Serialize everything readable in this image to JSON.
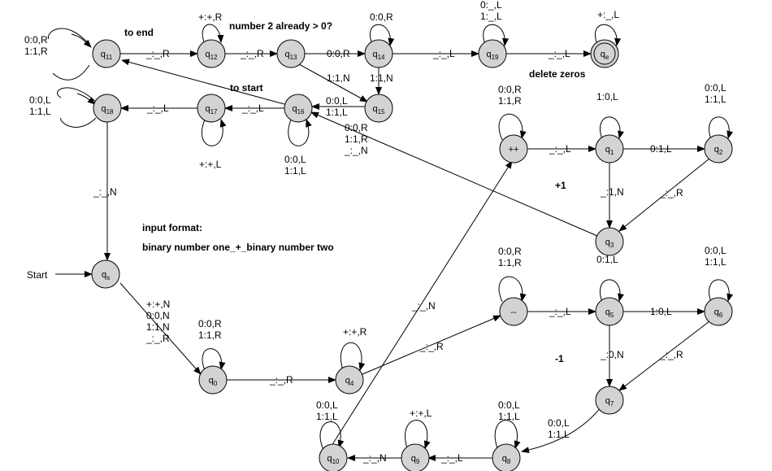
{
  "states": [
    {
      "id": "q11",
      "name": "q",
      "sub": "11"
    },
    {
      "id": "q12",
      "name": "q",
      "sub": "12"
    },
    {
      "id": "q13",
      "name": "q",
      "sub": "13"
    },
    {
      "id": "q14",
      "name": "q",
      "sub": "14"
    },
    {
      "id": "q19",
      "name": "q",
      "sub": "19"
    },
    {
      "id": "qe",
      "name": "q",
      "sub": "e",
      "final": true
    },
    {
      "id": "q18",
      "name": "q",
      "sub": "18"
    },
    {
      "id": "q17",
      "name": "q",
      "sub": "17"
    },
    {
      "id": "q16",
      "name": "q",
      "sub": "16"
    },
    {
      "id": "q15",
      "name": "q",
      "sub": "15"
    },
    {
      "id": "plusplus",
      "name": "++",
      "sub": ""
    },
    {
      "id": "q1",
      "name": "q",
      "sub": "1"
    },
    {
      "id": "q2",
      "name": "q",
      "sub": "2"
    },
    {
      "id": "q3",
      "name": "q",
      "sub": "3"
    },
    {
      "id": "qs",
      "name": "q",
      "sub": "s"
    },
    {
      "id": "minusminus",
      "name": "--",
      "sub": ""
    },
    {
      "id": "q5",
      "name": "q",
      "sub": "5"
    },
    {
      "id": "q6",
      "name": "q",
      "sub": "6"
    },
    {
      "id": "q0",
      "name": "q",
      "sub": "0"
    },
    {
      "id": "q4",
      "name": "q",
      "sub": "4"
    },
    {
      "id": "q7",
      "name": "q",
      "sub": "7"
    },
    {
      "id": "q10",
      "name": "q",
      "sub": "10"
    },
    {
      "id": "q9",
      "name": "q",
      "sub": "9"
    },
    {
      "id": "q8",
      "name": "q",
      "sub": "8"
    }
  ],
  "labels": [
    {
      "id": "l-q11-loop",
      "lines": [
        "0:0,R",
        "1:1,R"
      ]
    },
    {
      "id": "l-q11-q12",
      "lines": [
        "_:_,R"
      ]
    },
    {
      "id": "l-q12-loop",
      "lines": [
        "+:+,R"
      ]
    },
    {
      "id": "l-q12-q13",
      "lines": [
        "_:_,R"
      ]
    },
    {
      "id": "l-q13-q14",
      "lines": [
        "0:0,R"
      ]
    },
    {
      "id": "l-q14-loop",
      "lines": [
        "0:0,R"
      ]
    },
    {
      "id": "l-q14-q19",
      "lines": [
        "_:_,L"
      ]
    },
    {
      "id": "l-q19-loop",
      "lines": [
        "0:_,L",
        "1:_,L"
      ]
    },
    {
      "id": "l-q19-qe",
      "lines": [
        "_:_,L"
      ]
    },
    {
      "id": "l-qe-loop",
      "lines": [
        "+:_,L"
      ]
    },
    {
      "id": "l-q13-q15",
      "lines": [
        "1:1,N"
      ]
    },
    {
      "id": "l-q14-q15",
      "lines": [
        "1:1,N"
      ]
    },
    {
      "id": "l-q18-loop",
      "lines": [
        "0:0,L",
        "1:1,L"
      ]
    },
    {
      "id": "l-q17-q18",
      "lines": [
        "_:_,L"
      ]
    },
    {
      "id": "l-q17-loop",
      "lines": [
        "+:+,L"
      ]
    },
    {
      "id": "l-q16-q17",
      "lines": [
        "_:_,L"
      ]
    },
    {
      "id": "l-q15-q16",
      "lines": [
        "0:0,L",
        "1:1,L"
      ]
    },
    {
      "id": "l-q16-loop",
      "lines": [
        "0:0,L",
        "1:1,L"
      ]
    },
    {
      "id": "l-q3-q16",
      "lines": [
        "0:0,R",
        "1:1,R",
        "_:_,N"
      ]
    },
    {
      "id": "l-q18-qs",
      "lines": [
        "_:_,N"
      ]
    },
    {
      "id": "l-pp-loop",
      "lines": [
        "0:0,R",
        "1:1,R"
      ]
    },
    {
      "id": "l-pp-q1",
      "lines": [
        "_:_,L"
      ]
    },
    {
      "id": "l-q1-loop",
      "lines": [
        "1:0,L"
      ]
    },
    {
      "id": "l-q1-q2",
      "lines": [
        "0:1,L"
      ]
    },
    {
      "id": "l-q2-loop",
      "lines": [
        "0:0,L",
        "1:1,L"
      ]
    },
    {
      "id": "l-q1-q3",
      "lines": [
        "_:1,N"
      ]
    },
    {
      "id": "l-q2-q3",
      "lines": [
        "_:_,R"
      ]
    },
    {
      "id": "l-mm-loop",
      "lines": [
        "0:0,R",
        "1:1,R"
      ]
    },
    {
      "id": "l-mm-q5",
      "lines": [
        "_:_,L"
      ]
    },
    {
      "id": "l-q5-loop",
      "lines": [
        "0:1,L"
      ]
    },
    {
      "id": "l-q5-q6",
      "lines": [
        "1:0,L"
      ]
    },
    {
      "id": "l-q6-loop",
      "lines": [
        "0:0,L",
        "1:1,L"
      ]
    },
    {
      "id": "l-q5-q7",
      "lines": [
        "_:0,N"
      ]
    },
    {
      "id": "l-q6-q7",
      "lines": [
        "_:_,R"
      ]
    },
    {
      "id": "l-qs-q0",
      "lines": [
        "+:+,N",
        "0:0,N",
        "1:1,N",
        "_:_,R"
      ]
    },
    {
      "id": "l-q0-loop",
      "lines": [
        "0:0,R",
        "1:1,R"
      ]
    },
    {
      "id": "l-q0-q4",
      "lines": [
        "_:_,R"
      ]
    },
    {
      "id": "l-q4-loop",
      "lines": [
        "+:+,R"
      ]
    },
    {
      "id": "l-q4-mm",
      "lines": [
        "_:_,R"
      ]
    },
    {
      "id": "l-q10-pp",
      "lines": [
        "_:_,N"
      ]
    },
    {
      "id": "l-q7-q8",
      "lines": [
        "0:0,L",
        "1:1,L"
      ]
    },
    {
      "id": "l-q8-loop",
      "lines": [
        "0:0,L",
        "1:1,L"
      ]
    },
    {
      "id": "l-q8-q9",
      "lines": [
        "_:_,L"
      ]
    },
    {
      "id": "l-q9-loop",
      "lines": [
        "+:+,L"
      ]
    },
    {
      "id": "l-q9-q10",
      "lines": [
        "_:_,N"
      ]
    },
    {
      "id": "l-q10-loop",
      "lines": [
        "0:0,L",
        "1:1,L"
      ]
    }
  ],
  "notes": {
    "to_end": "to end",
    "number2": "number 2 already > 0?",
    "to_start": "to start",
    "delete_zeros": "delete zeros",
    "plus_one": "+1",
    "minus_one": "-1",
    "input_format": "input format:",
    "input_format_detail": "binary number one_+_binary number two"
  },
  "start_label": "Start"
}
